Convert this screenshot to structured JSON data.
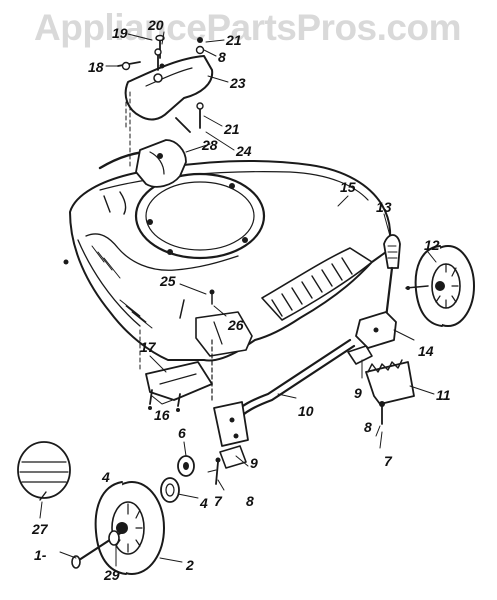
{
  "watermark": "AppliancePartsPros.com",
  "callouts": [
    {
      "id": "c19",
      "text": "19"
    },
    {
      "id": "c20",
      "text": "20"
    },
    {
      "id": "c21a",
      "text": "21"
    },
    {
      "id": "c8a",
      "text": "8"
    },
    {
      "id": "c18",
      "text": "18"
    },
    {
      "id": "c23",
      "text": "23"
    },
    {
      "id": "c21b",
      "text": "21"
    },
    {
      "id": "c28",
      "text": "28"
    },
    {
      "id": "c24",
      "text": "24"
    },
    {
      "id": "c15",
      "text": "15"
    },
    {
      "id": "c13",
      "text": "13"
    },
    {
      "id": "c12",
      "text": "12"
    },
    {
      "id": "c25",
      "text": "25"
    },
    {
      "id": "c26",
      "text": "26"
    },
    {
      "id": "c14",
      "text": "14"
    },
    {
      "id": "c17",
      "text": "17"
    },
    {
      "id": "c9a",
      "text": "9"
    },
    {
      "id": "c11",
      "text": "11"
    },
    {
      "id": "c16",
      "text": "16"
    },
    {
      "id": "c10",
      "text": "10"
    },
    {
      "id": "c8b",
      "text": "8"
    },
    {
      "id": "c7a",
      "text": "7"
    },
    {
      "id": "c6",
      "text": "6"
    },
    {
      "id": "c9b",
      "text": "9"
    },
    {
      "id": "c4a",
      "text": "4"
    },
    {
      "id": "c4b",
      "text": "4"
    },
    {
      "id": "c7b",
      "text": "7"
    },
    {
      "id": "c8c",
      "text": "8"
    },
    {
      "id": "c27",
      "text": "27"
    },
    {
      "id": "c1",
      "text": "1-"
    },
    {
      "id": "c29",
      "text": "29"
    },
    {
      "id": "c2",
      "text": "2"
    }
  ]
}
